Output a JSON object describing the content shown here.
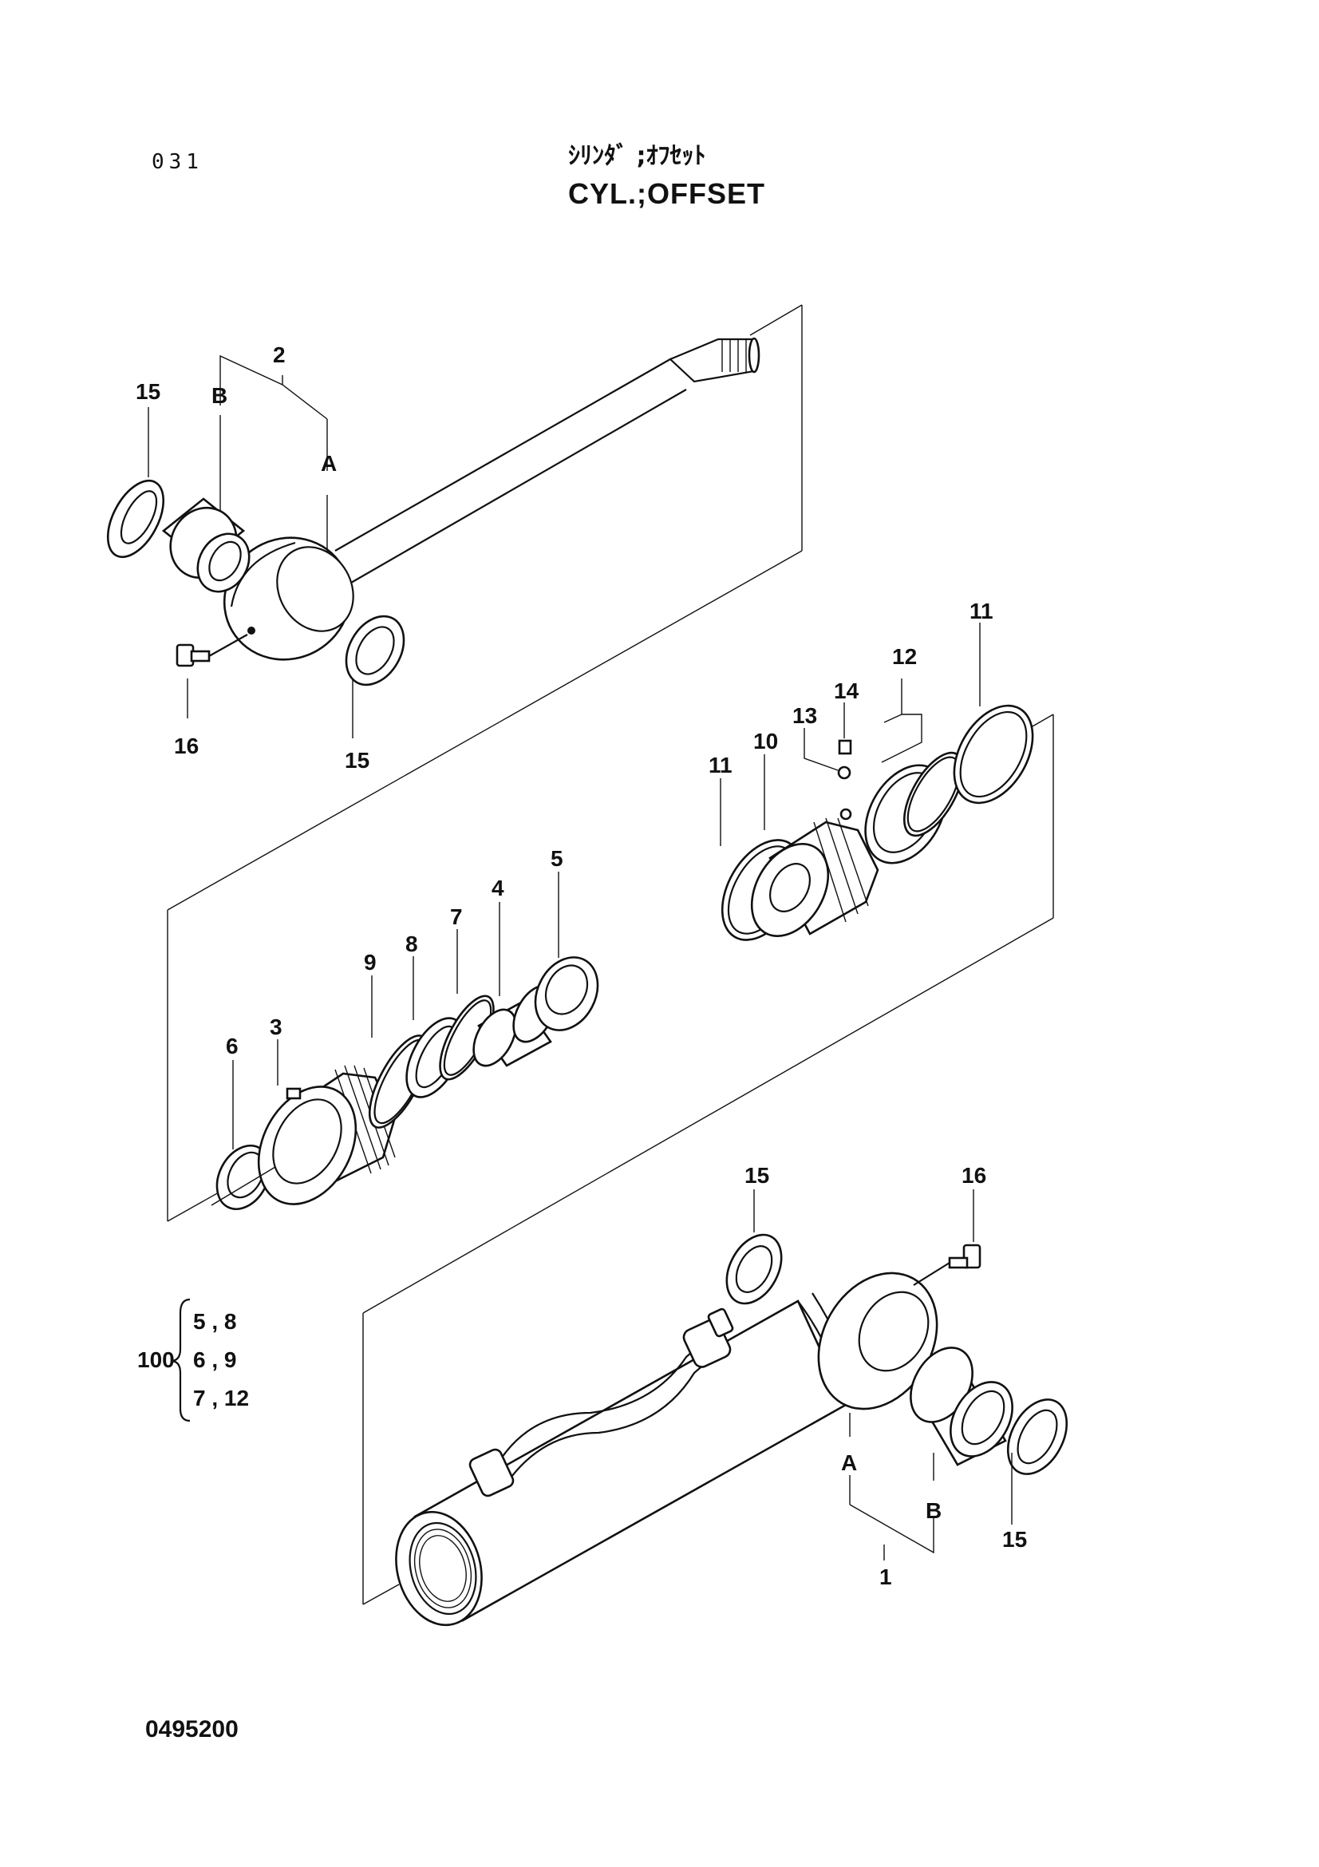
{
  "header": {
    "page_number": "031",
    "title_jp": "ｼﾘﾝﾀﾞ ;ｵﾌｾｯﾄ",
    "title_en": "CYL.;OFFSET"
  },
  "callouts": {
    "c1": "1",
    "c2": "2",
    "c3": "3",
    "c4": "4",
    "c5": "5",
    "c6": "6",
    "c7": "7",
    "c8": "8",
    "c9": "9",
    "c10": "10",
    "c11": "11",
    "c12": "12",
    "c13": "13",
    "c14": "14",
    "c15": "15",
    "c16": "16",
    "A": "A",
    "B": "B"
  },
  "kit": {
    "label": "100",
    "rows": [
      "5 , 8",
      "6 , 9",
      "7 , 12"
    ]
  },
  "footer": {
    "drawing_number": "0495200"
  }
}
